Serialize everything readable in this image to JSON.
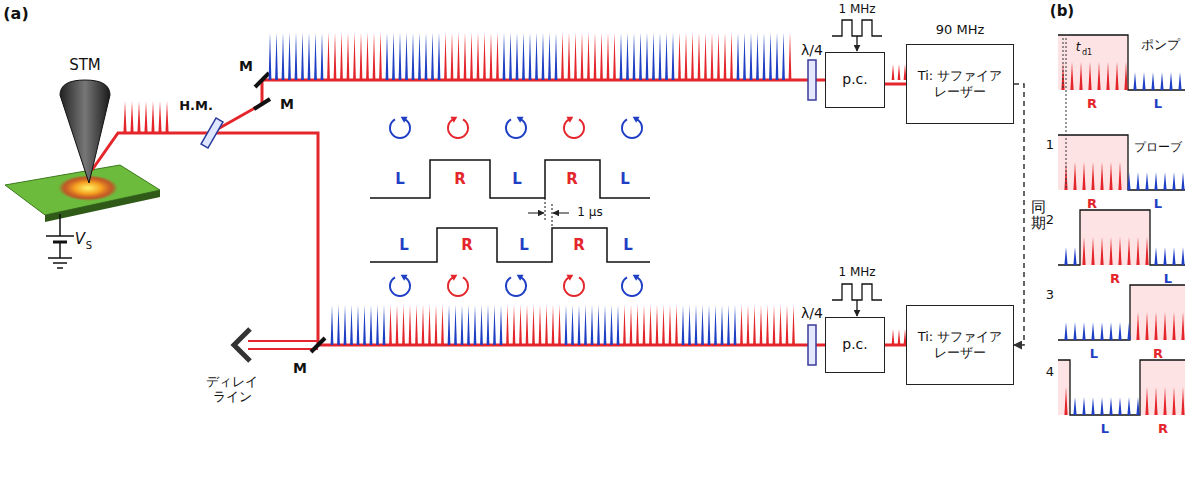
{
  "diagram": {
    "nodes": [
      {
        "text": [
          "p.c."
        ]
      },
      {
        "text": [
          "Ti: サファイア レーザー"
        ]
      },
      {
        "text": [
          "p.c."
        ]
      },
      {
        "text": [
          "Ti: サファイア レーザー"
        ]
      }
    ],
    "edges": [
      {
        "from": 1,
        "to": 0,
        "arrow": "none"
      },
      {
        "from": 3,
        "to": 2,
        "arrow": "none"
      },
      {
        "from": 1,
        "to": 3,
        "arrow": "to",
        "label": "同期"
      }
    ],
    "labels": [
      "(a)",
      "STM",
      "V",
      "S",
      "M",
      "M",
      "H.M.",
      "M",
      "ディレイ ライン",
      "λ/4",
      "1 MHz",
      "90 MHz",
      "λ/4",
      "1 MHz",
      "L",
      "R",
      "L",
      "R",
      "L",
      "1 μs",
      "L",
      "R",
      "L",
      "R",
      "L",
      "(b)",
      "t",
      "d1",
      "ポンプ",
      "R",
      "L",
      "1",
      "プローブ",
      "R",
      "L",
      "2",
      "R",
      "L",
      "3",
      "L",
      "R",
      "4",
      "L",
      "R"
    ]
  }
}
